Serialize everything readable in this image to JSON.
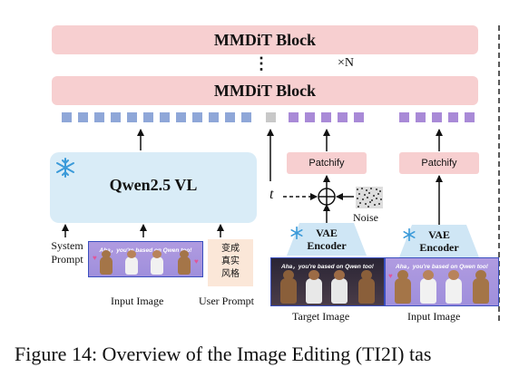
{
  "blocks": {
    "mmdit_top": "MMDiT Block",
    "mmdit_bottom": "MMDiT Block",
    "repeat_dots": "⋮",
    "repeat_label": "×N"
  },
  "encoder": {
    "qwen_label": "Qwen2.5 VL",
    "frozen_icon": "snowflake-icon"
  },
  "inputs": {
    "system_prompt": "System\nPrompt",
    "input_image_label": "Input Image",
    "user_prompt_label": "User Prompt",
    "user_prompt_text": "变成\n真实\n风格",
    "image_caption": "Aha，you're based on Qwen too!"
  },
  "target_branch": {
    "t_label": "t",
    "noise_label": "Noise",
    "patchify": "Patchify",
    "vae_encoder": "VAE\nEncoder",
    "target_image_label": "Target Image"
  },
  "input_branch": {
    "patchify": "Patchify",
    "vae_encoder": "VAE\nEncoder",
    "input_image_label": "Input Image"
  },
  "caption": "Figure 14: Overview of the Image Editing (TI2I) tas",
  "colors": {
    "mmdit": "#f7cfd0",
    "qwen": "#d9ecf7",
    "token_blue": "#8fa7d8",
    "token_purple": "#a98ad7",
    "token_gray": "#c8c8c8",
    "vae": "#cfe6f5",
    "snowflake": "#3a9ad9"
  }
}
